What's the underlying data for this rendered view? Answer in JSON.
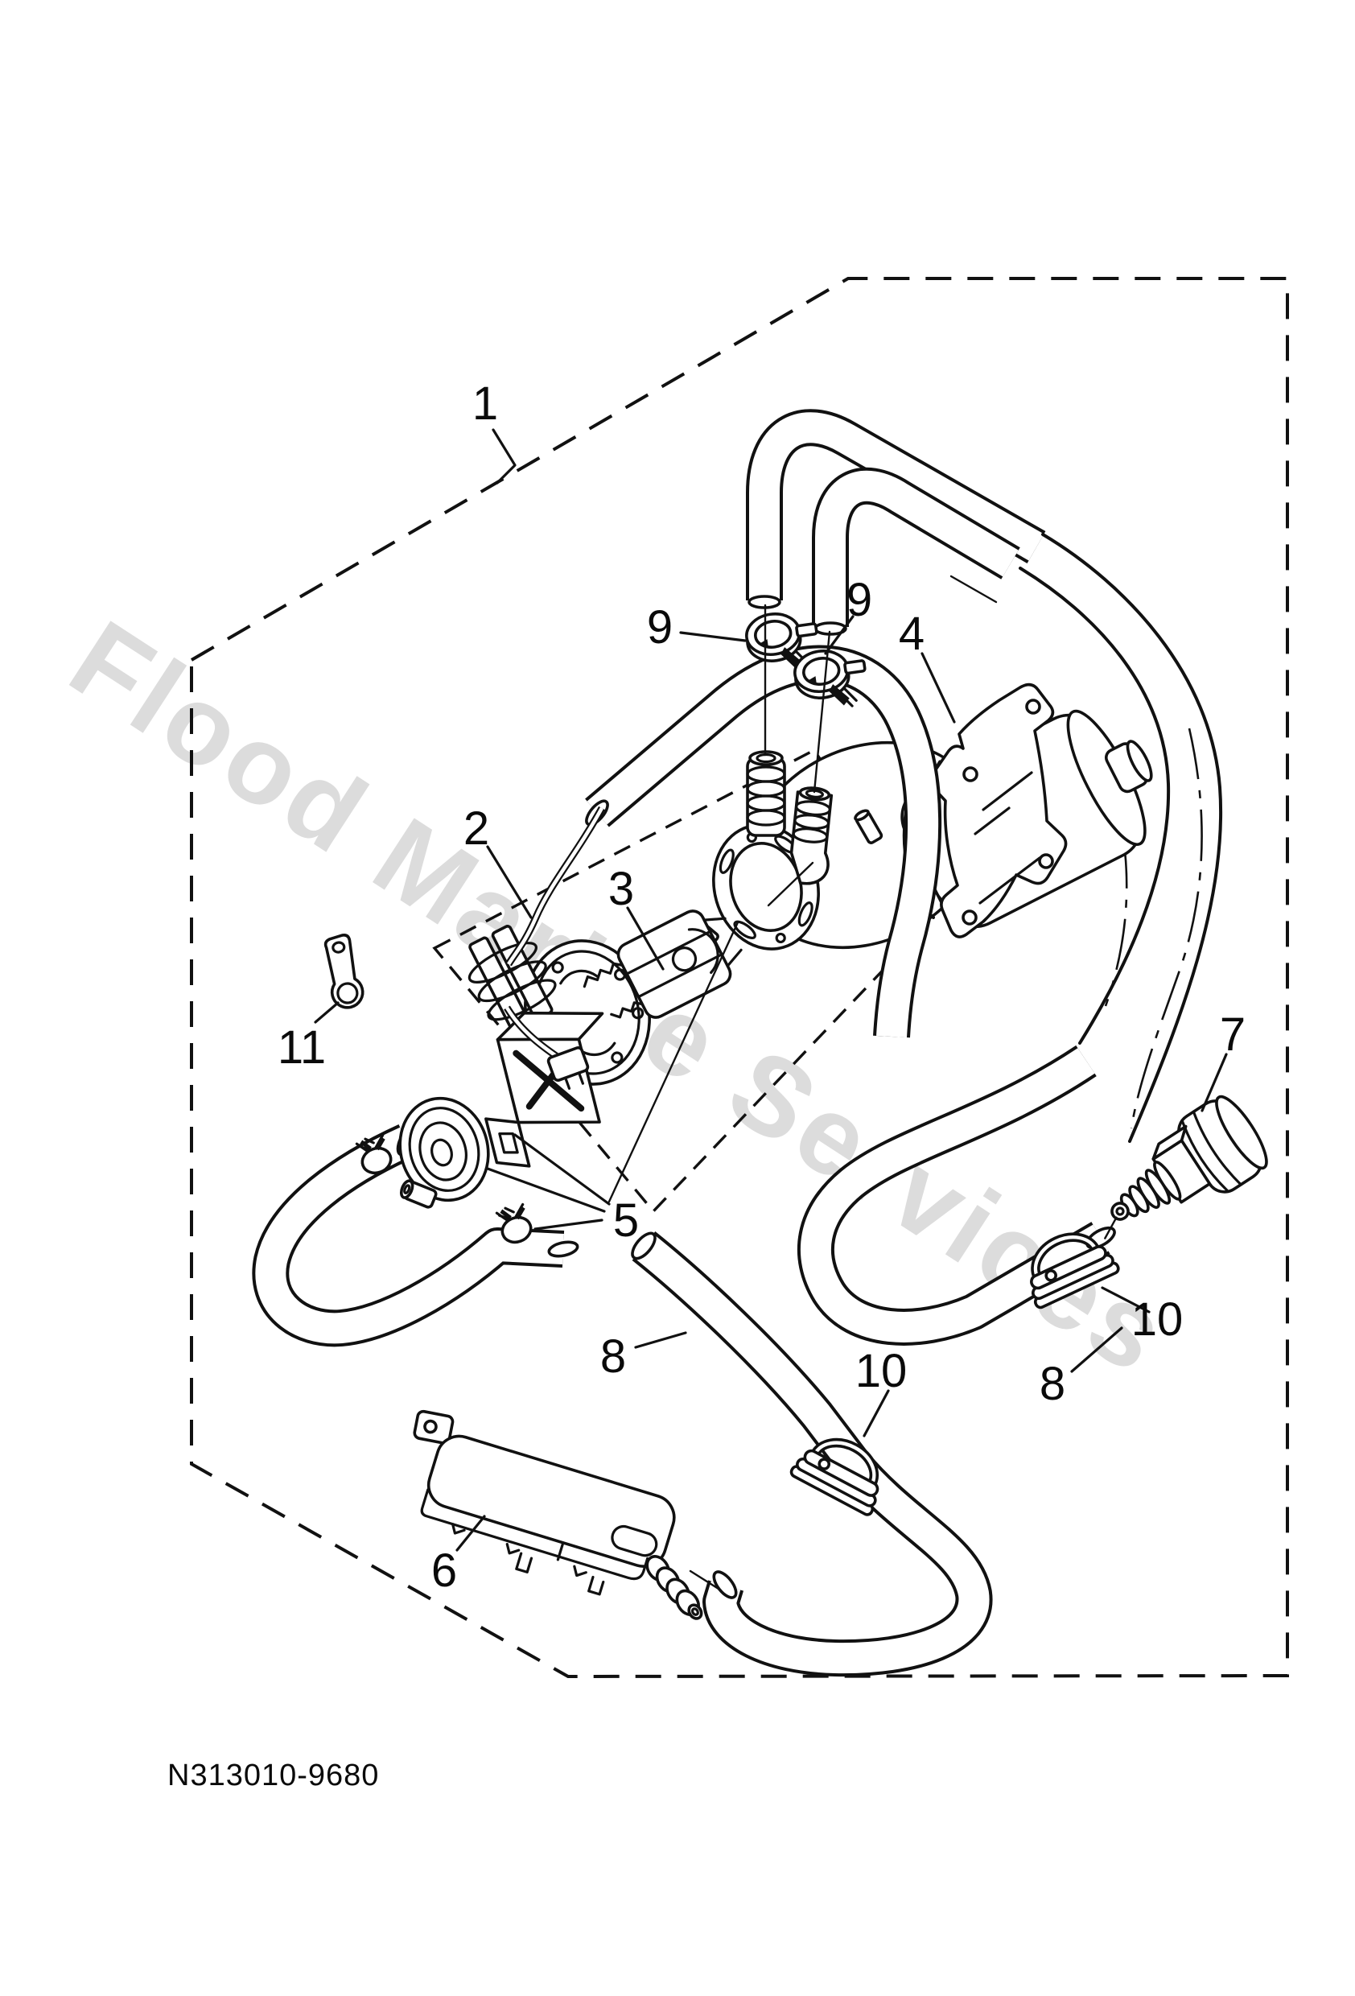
{
  "diagram": {
    "watermark": "Flood Marine Services",
    "part_number": "N313010-9680",
    "callouts": {
      "c1": "1",
      "c2": "2",
      "c3": "3",
      "c4": "4",
      "c5": "5",
      "c6": "6",
      "c7": "7",
      "c8a": "8",
      "c8b": "8",
      "c9a": "9",
      "c9b": "9",
      "c10a": "10",
      "c10b": "10",
      "c11": "11"
    },
    "colors": {
      "background": "#ffffff",
      "line": "#111111",
      "watermark": "#dcdcdc"
    }
  }
}
